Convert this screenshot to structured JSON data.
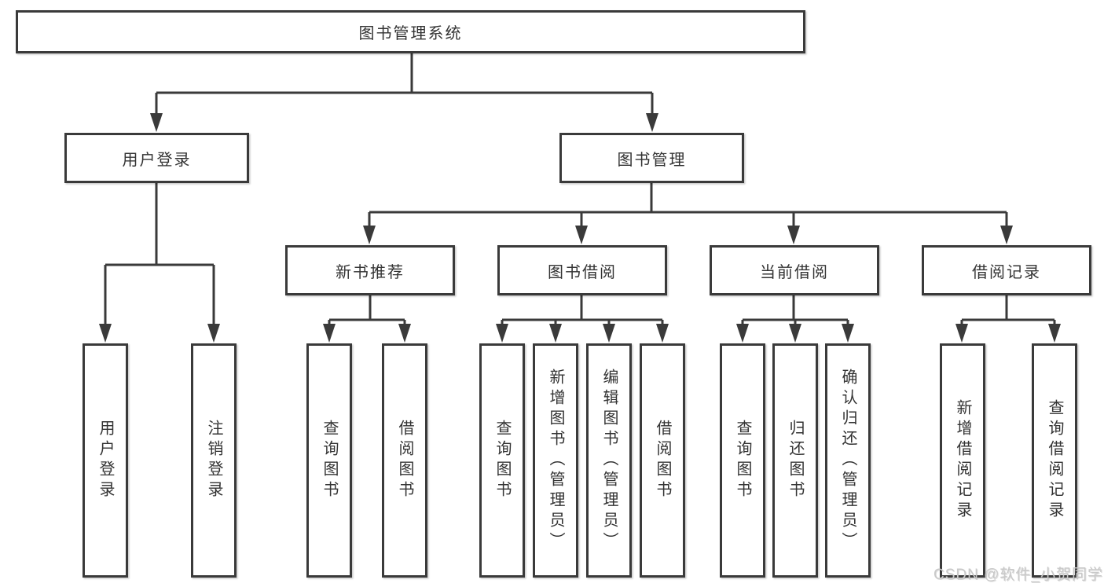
{
  "watermark": {
    "text": "CSDN @软件_小贺同学"
  },
  "colors": {
    "line": "#3a3a3a",
    "box_border": "#3a3a3a",
    "text": "#333333",
    "watermark_text": "#c9c9c9",
    "background": "#ffffff"
  },
  "tree": {
    "label": "图书管理系统",
    "children": [
      {
        "label": "用户登录",
        "children": [
          {
            "label": "用户登录"
          },
          {
            "label": "注销登录"
          }
        ]
      },
      {
        "label": "图书管理",
        "children": [
          {
            "label": "新书推荐",
            "children": [
              {
                "label": "查询图书"
              },
              {
                "label": "借阅图书"
              }
            ]
          },
          {
            "label": "图书借阅",
            "children": [
              {
                "label": "查询图书"
              },
              {
                "label": "新增图书（管理员）"
              },
              {
                "label": "编辑图书（管理员）"
              },
              {
                "label": "借阅图书"
              }
            ]
          },
          {
            "label": "当前借阅",
            "children": [
              {
                "label": "查询图书"
              },
              {
                "label": "归还图书"
              },
              {
                "label": "确认归还（管理员）"
              }
            ]
          },
          {
            "label": "借阅记录",
            "children": [
              {
                "label": "新增借阅记录"
              },
              {
                "label": "查询借阅记录"
              }
            ]
          }
        ]
      }
    ]
  }
}
